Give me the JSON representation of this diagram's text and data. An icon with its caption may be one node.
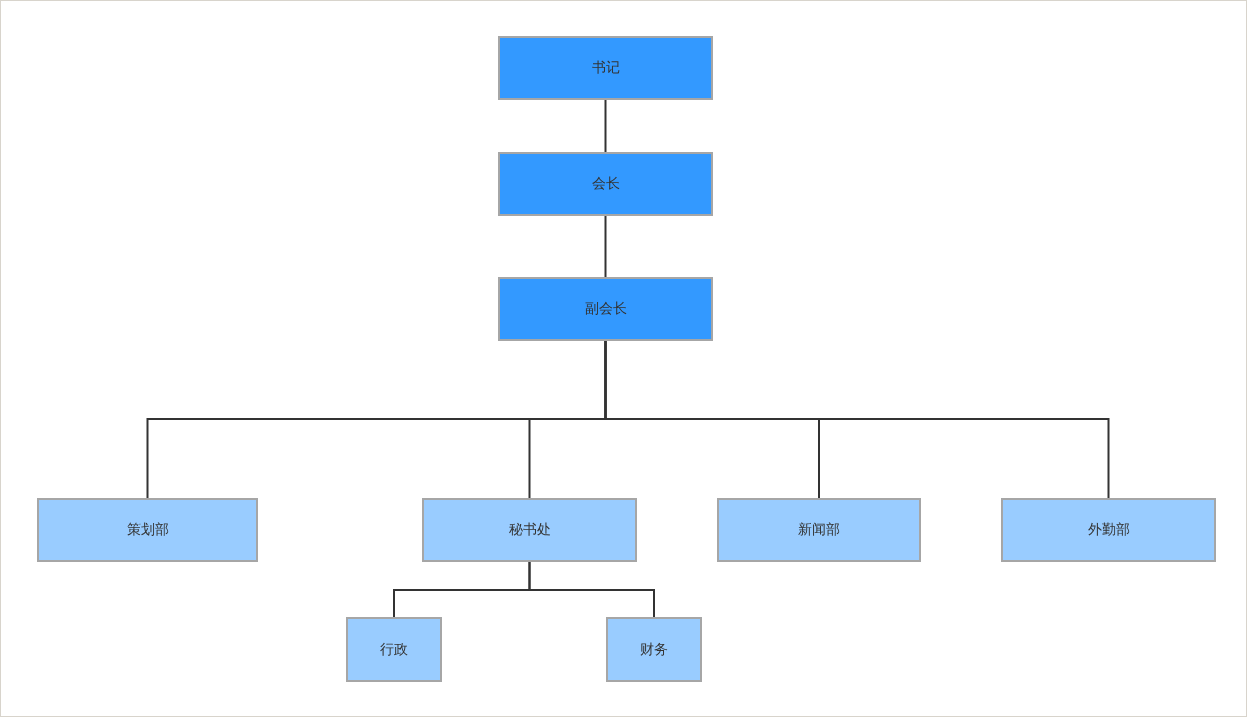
{
  "diagram": {
    "nodes": [
      {
        "text": [
          "书记"
        ]
      },
      {
        "text": [
          "会长"
        ]
      },
      {
        "text": [
          "副会长"
        ]
      },
      {
        "text": [
          "策划部"
        ]
      },
      {
        "text": [
          "秘书处"
        ]
      },
      {
        "text": [
          "新闻部"
        ]
      },
      {
        "text": [
          "外勤部"
        ]
      },
      {
        "text": [
          "行政"
        ]
      },
      {
        "text": [
          "财务"
        ]
      }
    ],
    "edges": [
      {
        "from": 0,
        "to": 1,
        "arrow": "none"
      },
      {
        "from": 1,
        "to": 2,
        "arrow": "none"
      },
      {
        "from": 2,
        "to": 3,
        "arrow": "none"
      },
      {
        "from": 2,
        "to": 4,
        "arrow": "none"
      },
      {
        "from": 2,
        "to": 5,
        "arrow": "none"
      },
      {
        "from": 2,
        "to": 6,
        "arrow": "none"
      },
      {
        "from": 4,
        "to": 7,
        "arrow": "none"
      },
      {
        "from": 4,
        "to": 8,
        "arrow": "none"
      }
    ]
  }
}
